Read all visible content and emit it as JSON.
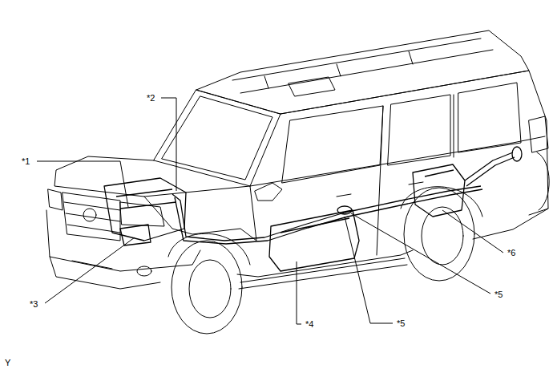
{
  "diagram": {
    "labels": [
      "*1",
      "*2",
      "*3",
      "*4",
      "*5",
      "*5",
      "*6",
      "Y"
    ]
  }
}
